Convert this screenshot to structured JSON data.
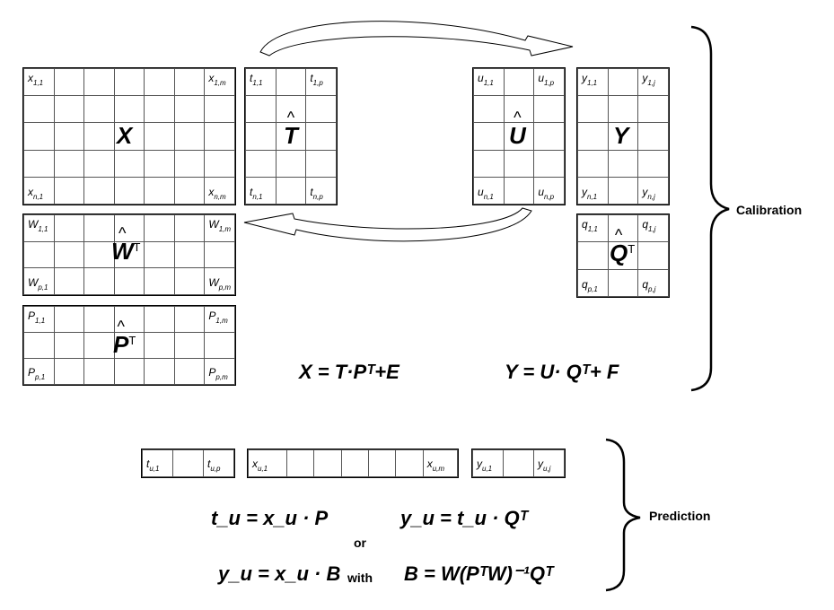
{
  "matrices": {
    "X": {
      "label": "X",
      "tl": "x",
      "tl_sub": "1,1",
      "tr": "x",
      "tr_sub": "1,m",
      "bl": "x",
      "bl_sub": "n,1",
      "br": "x",
      "br_sub": "n,m"
    },
    "T": {
      "label": "T",
      "tl": "t",
      "tl_sub": "1,1",
      "tr": "t",
      "tr_sub": "1,p",
      "bl": "t",
      "bl_sub": "n,1",
      "br": "t",
      "br_sub": "n,p"
    },
    "U": {
      "label": "U",
      "tl": "u",
      "tl_sub": "1,1",
      "tr": "u",
      "tr_sub": "1,p",
      "bl": "u",
      "bl_sub": "n,1",
      "br": "u",
      "br_sub": "n,p"
    },
    "Y": {
      "label": "Y",
      "tl": "y",
      "tl_sub": "1,1",
      "tr": "y",
      "tr_sub": "1,j",
      "bl": "y",
      "bl_sub": "n,1",
      "br": "y",
      "br_sub": "n,j"
    },
    "W": {
      "label": "W",
      "sup": "T",
      "tl": "W",
      "tl_sub": "1,1",
      "tr": "W",
      "tr_sub": "1,m",
      "bl": "W",
      "bl_sub": "p,1",
      "br": "W",
      "br_sub": "p,m"
    },
    "Q": {
      "label": "Q",
      "sup": "T",
      "tl": "q",
      "tl_sub": "1,1",
      "tr": "q",
      "tr_sub": "1,j",
      "bl": "q",
      "bl_sub": "p,1",
      "br": "q",
      "br_sub": "p,j"
    },
    "P": {
      "label": "P",
      "sup": "T",
      "tl": "P",
      "tl_sub": "1,1",
      "tr": "P",
      "tr_sub": "1,m",
      "bl": "P",
      "bl_sub": "p,1",
      "br": "P",
      "br_sub": "p,m"
    }
  },
  "vectors": {
    "tu": {
      "first": "t",
      "first_sub": "u,1",
      "last": "t",
      "last_sub": "u,p"
    },
    "xu": {
      "first": "x",
      "first_sub": "u,1",
      "last": "x",
      "last_sub": "u,m"
    },
    "yu": {
      "first": "y",
      "first_sub": "u,1",
      "last": "y",
      "last_sub": "u,j"
    }
  },
  "equations": {
    "x_decomp": "X = T·Pᵀ+E",
    "y_decomp": "Y = U· Qᵀ+ F",
    "pred_t": "t_u = x_u · P",
    "pred_y1": "y_u = t_u · Qᵀ",
    "pred_y2": "y_u = x_u · B",
    "b_def": "B = W(PᵀW)⁻¹Qᵀ"
  },
  "words": {
    "or": "or",
    "with": "with"
  },
  "labels": {
    "calibration": "Calibration",
    "prediction": "Prediction"
  },
  "symbols": {
    "hat": "^",
    "eq": "=",
    "dot": "·",
    "plus": "+",
    "transpose": "T",
    "inv": "-1",
    "sub_u": "u"
  }
}
